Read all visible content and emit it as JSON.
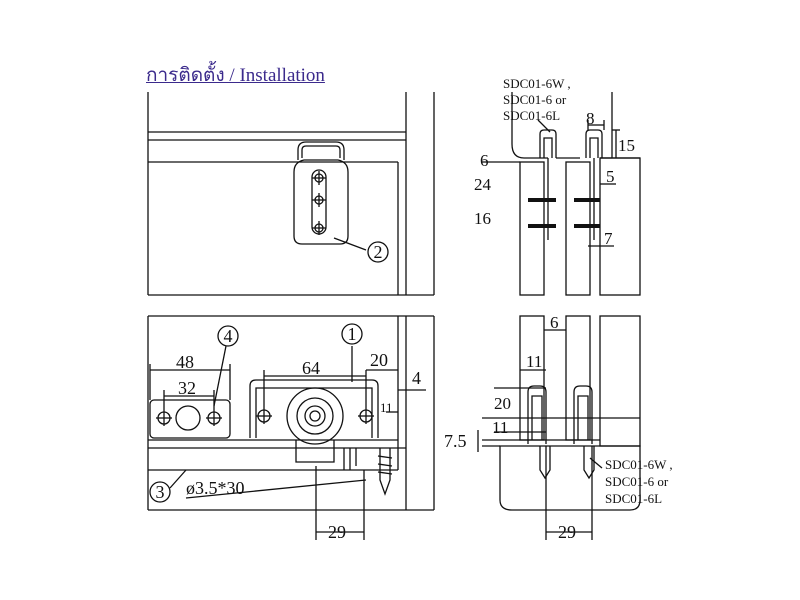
{
  "title": "การติดตั้ง / Installation",
  "callouts": [
    "1",
    "2",
    "3",
    "4"
  ],
  "part_label_top": [
    "SDC01-6W ,",
    "SDC01-6 or",
    "SDC01-6L"
  ],
  "part_label_bottom": [
    "SDC01-6W ,",
    "SDC01-6 or",
    "SDC01-6L"
  ],
  "dims_top_right": [
    "8",
    "15",
    "6",
    "5",
    "24",
    "16",
    "7"
  ],
  "dims_bottom_left": [
    "48",
    "32",
    "64",
    "20",
    "4",
    "11"
  ],
  "screw_spec": "ø3.5*30",
  "dims_bottom_right": [
    "6",
    "11",
    "20",
    "11",
    "7.5"
  ],
  "dim_29": "29"
}
